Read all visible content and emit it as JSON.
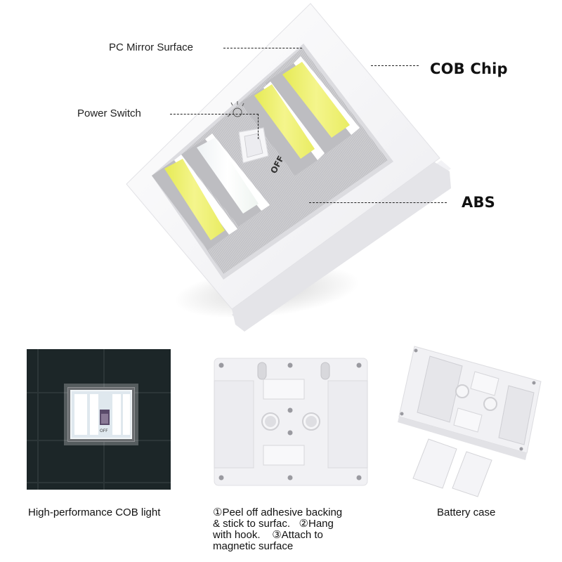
{
  "main": {
    "labels": {
      "pc_mirror_surface": "PC Mirror Surface",
      "power_switch": "Power Switch",
      "cob_chip": "COB Chip",
      "abs": "ABS"
    },
    "switch_text": "OFF",
    "colors": {
      "cob_strip": "#f0f07a",
      "cob_strip_edge": "#e6ea55",
      "housing": "#f4f4f6",
      "mirror": "#c9c9cc"
    }
  },
  "panels": [
    {
      "id": "cob-light",
      "caption": "High-performance COB light"
    },
    {
      "id": "mounting",
      "caption_lines": [
        "①Peel off adhesive backing",
        "& stick to surfac.   ②Hang",
        "with hook.    ③Attach to",
        "magnetic surface"
      ]
    },
    {
      "id": "battery-case",
      "caption": "Battery case"
    }
  ],
  "lit_panel": {
    "switch_text": "OFF"
  }
}
